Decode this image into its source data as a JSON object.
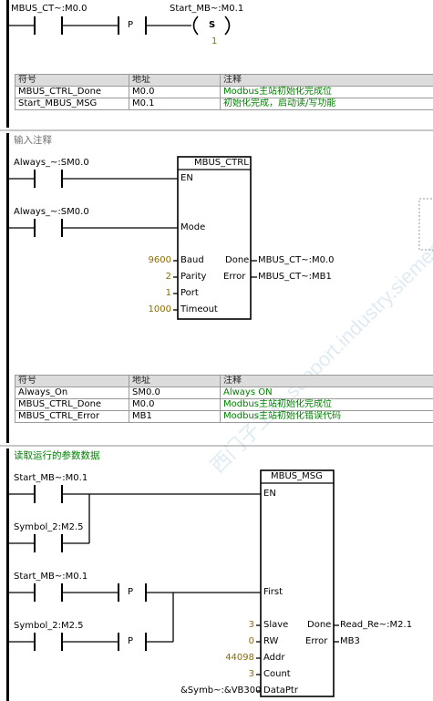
{
  "network1": {
    "contact1": "MBUS_CT~:M0.0",
    "p_label": "P",
    "coil_label": "Start_MB~:M0.1",
    "coil_letter": "S",
    "coil_count": "1",
    "table": {
      "headers": [
        "符号",
        "地址",
        "注释"
      ],
      "rows": [
        [
          "MBUS_CTRL_Done",
          "M0.0",
          "Modbus主站初始化完成位"
        ],
        [
          "Start_MBUS_MSG",
          "M0.1",
          "初始化完成，启动读/写功能"
        ]
      ]
    }
  },
  "network2": {
    "comment": "输入注释",
    "contact_en": "Always_~:SM0.0",
    "contact_mode": "Always_~:SM0.0",
    "block_title": "MBUS_CTRL",
    "pins": {
      "en": "EN",
      "mode": "Mode",
      "baud": "Baud",
      "parity": "Parity",
      "port": "Port",
      "timeout": "Timeout",
      "done": "Done",
      "error": "Error"
    },
    "values": {
      "baud": "9600",
      "parity": "2",
      "port": "1",
      "timeout": "1000"
    },
    "outputs": {
      "done": "MBUS_CT~:M0.0",
      "error": "MBUS_CT~:MB1"
    },
    "table": {
      "headers": [
        "符号",
        "地址",
        "注释"
      ],
      "rows": [
        [
          "Always_On",
          "SM0.0",
          "Always ON"
        ],
        [
          "MBUS_CTRL_Done",
          "M0.0",
          "Modbus主站初始化完成位"
        ],
        [
          "MBUS_CTRL_Error",
          "MB1",
          "Modbus主站初始化错误代码"
        ]
      ]
    }
  },
  "network3": {
    "comment": "读取运行的参数数据",
    "contact_en1": "Start_MB~:M0.1",
    "contact_en2": "Symbol_2:M2.5",
    "contact_first1": "Start_MB~:M0.1",
    "contact_first2": "Symbol_2:M2.5",
    "p_label": "P",
    "block_title": "MBUS_MSG",
    "pins": {
      "en": "EN",
      "first": "First",
      "slave": "Slave",
      "rw": "RW",
      "addr": "Addr",
      "count": "Count",
      "dataptr": "DataPtr",
      "done": "Done",
      "error": "Error"
    },
    "values": {
      "slave": "3",
      "rw": "0",
      "addr": "44098",
      "count": "3",
      "dataptr": "&Symb~:&VB300"
    },
    "outputs": {
      "done": "Read_Re~:M2.1",
      "error": "MB3"
    }
  },
  "watermark": "西门子工业 support.industry.siemens.com",
  "colors": {
    "value": "#8a6d00",
    "comment": "#008000",
    "grid": "#9a9a9a"
  }
}
